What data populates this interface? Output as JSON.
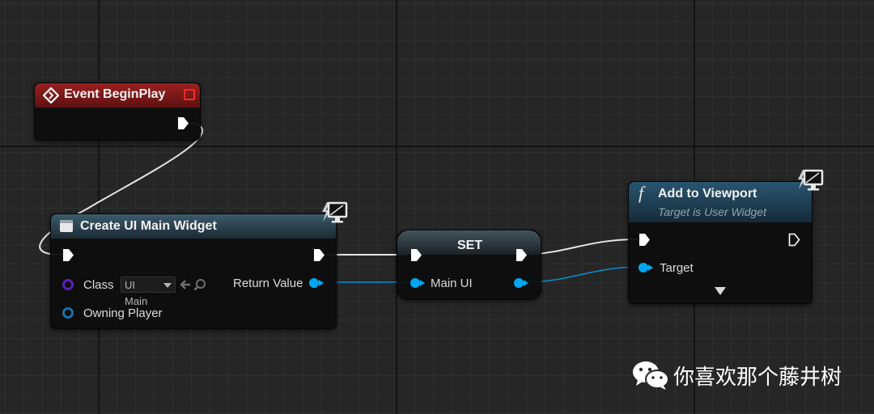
{
  "nodes": {
    "event_begin_play": {
      "title": "Event BeginPlay",
      "header_color": "#8a1a1a"
    },
    "create_widget": {
      "title": "Create UI Main Widget",
      "class_label": "Class",
      "class_value": "UI Main",
      "return_label": "Return Value",
      "owning_player_label": "Owning Player"
    },
    "set": {
      "title": "SET",
      "variable_label": "Main UI"
    },
    "add_to_viewport": {
      "function_symbol": "f",
      "title": "Add to Viewport",
      "subtitle": "Target is User Widget",
      "target_label": "Target"
    }
  },
  "colors": {
    "exec_wire": "#ffffff",
    "object_wire": "#00a7f0",
    "class_pin": "#5b1fb8"
  },
  "watermark": {
    "icon": "wechat-icon",
    "text": "你喜欢那个藤井树"
  }
}
